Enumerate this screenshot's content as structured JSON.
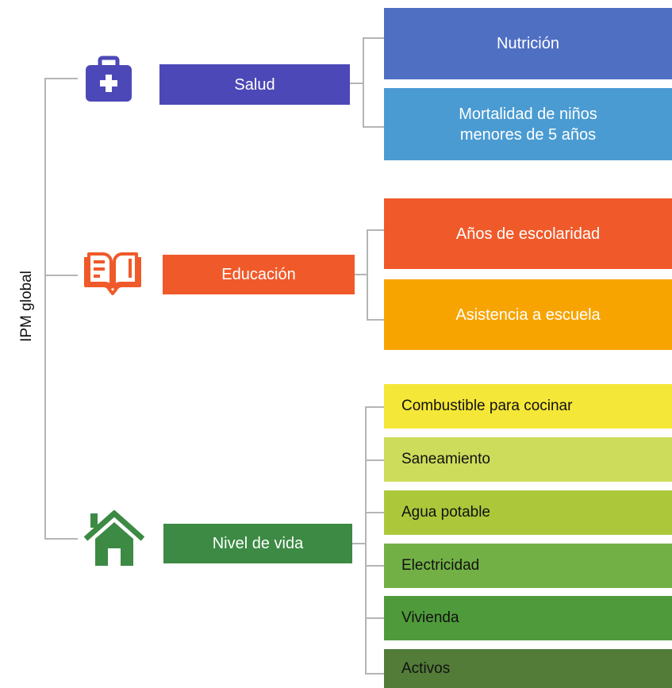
{
  "root_label": "IPM global",
  "dimensions": [
    {
      "label": "Salud",
      "color": "#4d48b7",
      "icon": "medical-kit-icon",
      "indicators": [
        {
          "label": "Nutrición",
          "color": "#4f6fc3"
        },
        {
          "label": "Mortalidad de niños menores de 5 años",
          "color": "#4a9bd2"
        }
      ]
    },
    {
      "label": "Educación",
      "color": "#f05a2a",
      "icon": "book-icon",
      "indicators": [
        {
          "label": "Años de escolaridad",
          "color": "#f05a2a"
        },
        {
          "label": "Asistencia a escuela",
          "color": "#f8a400"
        }
      ]
    },
    {
      "label": "Nivel de vida",
      "color": "#3c8a44",
      "icon": "house-icon",
      "indicators": [
        {
          "label": "Combustible para cocinar",
          "color": "#f5e737"
        },
        {
          "label": "Saneamiento",
          "color": "#cddc5a"
        },
        {
          "label": "Agua potable",
          "color": "#acc83a"
        },
        {
          "label": "Electricidad",
          "color": "#72b046"
        },
        {
          "label": "Vivienda",
          "color": "#4f9b3b"
        },
        {
          "label": "Activos",
          "color": "#527c38"
        }
      ]
    }
  ]
}
